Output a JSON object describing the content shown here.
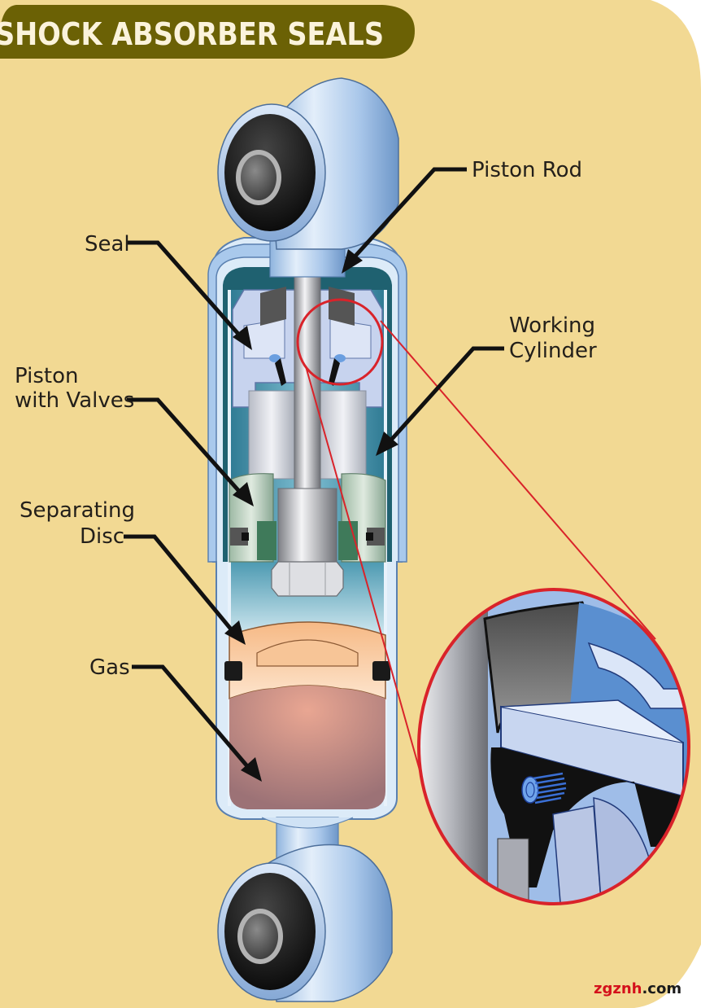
{
  "title": "SHOCK ABSORBER SEALS",
  "labels": {
    "piston_rod": "Piston Rod",
    "seal": "Seal",
    "working_cylinder_line1": "Working",
    "working_cylinder_line2": "Cylinder",
    "piston_valves_line1": "Piston",
    "piston_valves_line2": "with Valves",
    "separating_disc_line1": "Separating",
    "separating_disc_line2": "Disc",
    "gas": "Gas"
  },
  "watermark": {
    "brand": "zgznh",
    "suffix": ".com"
  },
  "colors": {
    "background": "#f2d993",
    "title_banner": "#6b6105",
    "title_text": "#fbf3dc",
    "leader_lines": "#111111",
    "detail_circle": "#d9232a",
    "oil": "#3d8ea6",
    "gas": "#b07f78",
    "separating_disc": "#f4b07a",
    "metal_light": "#b9d3ef"
  }
}
